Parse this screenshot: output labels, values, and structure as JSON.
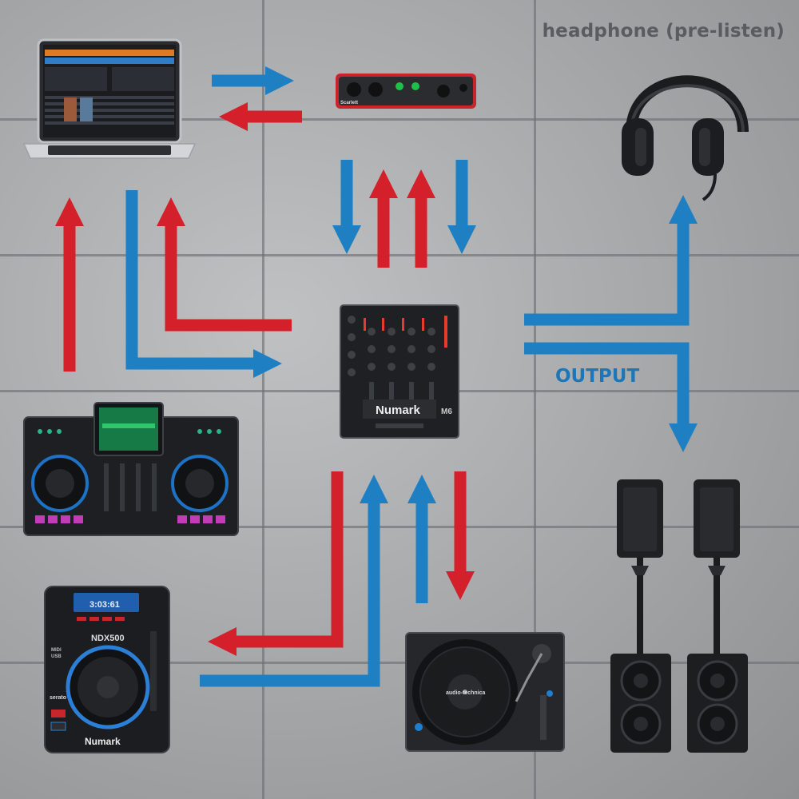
{
  "title": "headphone (pre-listen)",
  "output_label": "OUTPUT",
  "devices": {
    "laptop": {
      "icon": "laptop-icon"
    },
    "audio_interface": {
      "icon": "audio-interface-icon",
      "brand": "Scarlett"
    },
    "headphones": {
      "icon": "headphones-icon"
    },
    "mixer": {
      "icon": "dj-mixer-icon",
      "brand": "Numark",
      "model": "M6"
    },
    "controller": {
      "icon": "dj-controller-icon"
    },
    "cd_player": {
      "icon": "cd-player-icon",
      "brand": "Numark",
      "model": "NDX500",
      "display": "3:03:61",
      "side_labels": [
        "MIDI",
        "USB",
        "serato"
      ]
    },
    "turntable": {
      "icon": "turntable-icon",
      "brand": "audio-technica"
    },
    "speakers": {
      "icon": "speaker-icon"
    }
  },
  "colors": {
    "signal_in": "#d3202a",
    "signal_out": "#1f7fc3",
    "label_dark": "#5a5c5f",
    "output_text": "#1b77b9"
  }
}
